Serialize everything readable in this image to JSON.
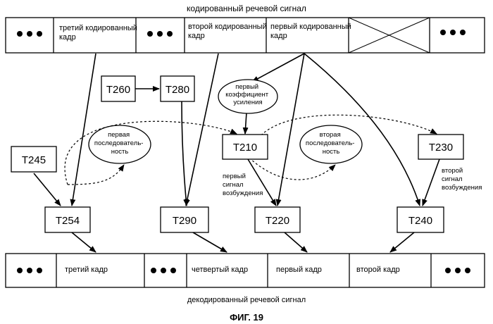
{
  "title_top": "кодированный речевой сигнал",
  "title_bottom": "декодированный речевой сигнал",
  "figure_caption": "ФИГ. 19",
  "encoded_frames": {
    "third": [
      "третий кодированный",
      "кадр"
    ],
    "second": [
      "второй кодированный",
      "кадр"
    ],
    "first": [
      "первый кодированный",
      "кадр"
    ]
  },
  "decoded_frames": {
    "third": "третий кадр",
    "fourth": "четвертый кадр",
    "first": "первый кадр",
    "second": "второй кадр"
  },
  "tasks": {
    "t260": "T260",
    "t280": "T280",
    "t245": "T245",
    "t210": "T210",
    "t230": "T230",
    "t254": "T254",
    "t290": "T290",
    "t220": "T220",
    "t240": "T240"
  },
  "ellipses": {
    "gain": [
      "первый",
      "коэффициент",
      "усиления"
    ],
    "seq1": [
      "первая",
      "последователь-",
      "ность"
    ],
    "seq2": [
      "вторая",
      "последователь-",
      "ность"
    ]
  },
  "signals": {
    "first_excitation": [
      "первый",
      "сигнал",
      "возбуждения"
    ],
    "second_excitation": [
      "второй",
      "сигнал",
      "возбуждения"
    ]
  }
}
